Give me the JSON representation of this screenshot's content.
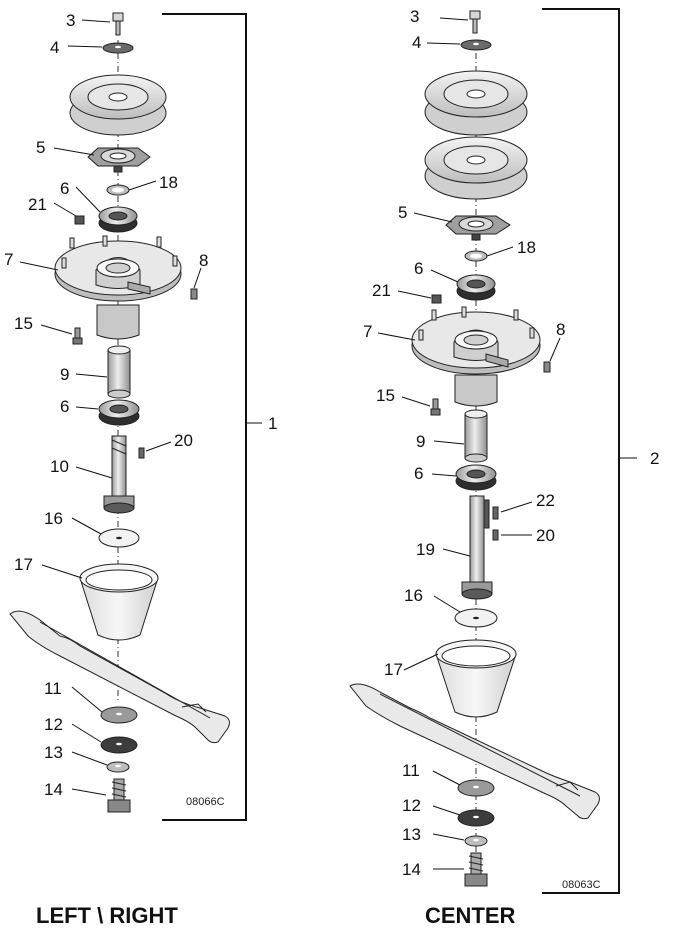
{
  "left_assembly": {
    "caption": "LEFT \\ RIGHT",
    "drawing_code": "08066C",
    "assembly_callout": "1",
    "callouts": [
      "3",
      "4",
      "5",
      "18",
      "21",
      "6",
      "7",
      "8",
      "15",
      "9",
      "6",
      "20",
      "10",
      "16",
      "17",
      "11",
      "12",
      "13",
      "14"
    ]
  },
  "center_assembly": {
    "caption": "CENTER",
    "drawing_code": "08063C",
    "assembly_callout": "2",
    "callouts": [
      "3",
      "4",
      "5",
      "18",
      "6",
      "21",
      "7",
      "8",
      "15",
      "9",
      "6",
      "22",
      "20",
      "19",
      "16",
      "17",
      "11",
      "12",
      "13",
      "14"
    ]
  },
  "colors": {
    "ink": "#111111",
    "part_light": "#efefef",
    "part_mid": "#cfcfcf",
    "part_dark": "#8a8a8a",
    "background": "#ffffff"
  }
}
